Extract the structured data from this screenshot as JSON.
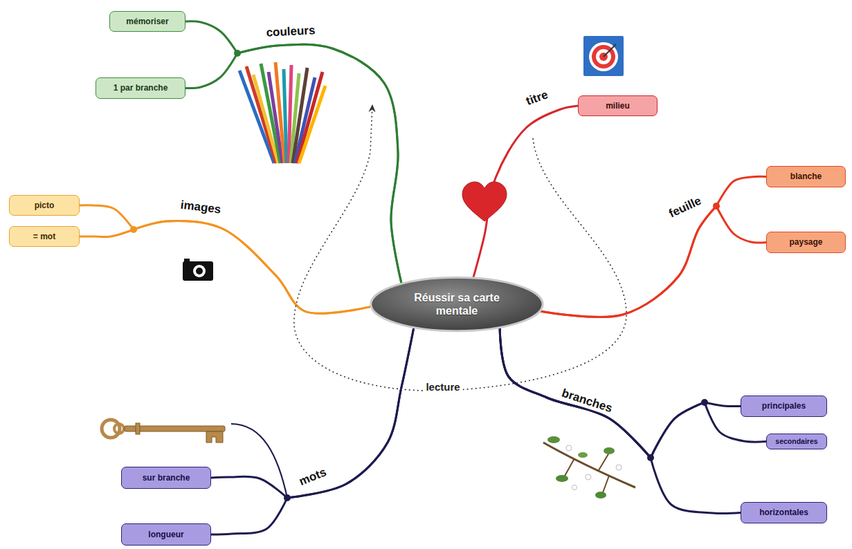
{
  "diagram": {
    "nodes": [
      {
        "text": [
          "Réussir sa carte mentale"
        ]
      },
      {
        "text": [
          "mémoriser"
        ]
      },
      {
        "text": [
          "1 par branche"
        ]
      },
      {
        "text": [
          "milieu"
        ]
      },
      {
        "text": [
          "blanche"
        ]
      },
      {
        "text": [
          "paysage"
        ]
      },
      {
        "text": [
          "picto"
        ]
      },
      {
        "text": [
          "= mot"
        ]
      },
      {
        "text": [
          "principales"
        ]
      },
      {
        "text": [
          "secondaires"
        ]
      },
      {
        "text": [
          "horizontales"
        ]
      },
      {
        "text": [
          "sur branche"
        ]
      },
      {
        "text": [
          "longueur"
        ]
      }
    ],
    "edges": [
      {
        "from": 0,
        "to": 1,
        "arrow": "none",
        "label": "couleurs"
      },
      {
        "from": 0,
        "to": 2,
        "arrow": "none"
      },
      {
        "from": 0,
        "to": 3,
        "arrow": "none",
        "label": "titre"
      },
      {
        "from": 0,
        "to": 4,
        "arrow": "none",
        "label": "feuille"
      },
      {
        "from": 0,
        "to": 5,
        "arrow": "none"
      },
      {
        "from": 0,
        "to": 6,
        "arrow": "none",
        "label": "images"
      },
      {
        "from": 0,
        "to": 7,
        "arrow": "none"
      },
      {
        "from": 0,
        "to": 8,
        "arrow": "none",
        "label": "branches"
      },
      {
        "from": 0,
        "to": 9,
        "arrow": "none"
      },
      {
        "from": 0,
        "to": 10,
        "arrow": "none"
      },
      {
        "from": 0,
        "to": 11,
        "arrow": "none",
        "label": "mots"
      },
      {
        "from": 0,
        "to": 12,
        "arrow": "none"
      }
    ],
    "labels": [
      "lecture"
    ]
  }
}
